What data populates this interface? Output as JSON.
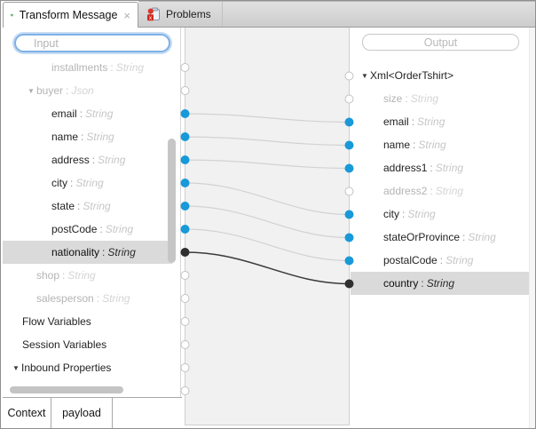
{
  "tabs": {
    "active": {
      "label": "Transform Message",
      "close": "×"
    },
    "problems": {
      "label": "Problems"
    }
  },
  "separator": ":",
  "left_panel": {
    "search_placeholder": "Input",
    "items": [
      {
        "label": "installments",
        "type": "String"
      },
      {
        "label": "buyer",
        "type": "Json"
      },
      {
        "label": "email",
        "type": "String"
      },
      {
        "label": "name",
        "type": "String"
      },
      {
        "label": "address",
        "type": "String"
      },
      {
        "label": "city",
        "type": "String"
      },
      {
        "label": "state",
        "type": "String"
      },
      {
        "label": "postCode",
        "type": "String"
      },
      {
        "label": "nationality",
        "type": "String"
      },
      {
        "label": "shop",
        "type": "String"
      },
      {
        "label": "salesperson",
        "type": "String"
      },
      {
        "label": "Flow Variables"
      },
      {
        "label": "Session Variables"
      },
      {
        "label": "Inbound Properties"
      }
    ],
    "bottom_tabs": [
      "Context",
      "payload"
    ]
  },
  "right_panel": {
    "search_placeholder": "Output",
    "items": [
      {
        "label": "Xml<OrderTshirt>"
      },
      {
        "label": "size",
        "type": "String"
      },
      {
        "label": "email",
        "type": "String"
      },
      {
        "label": "name",
        "type": "String"
      },
      {
        "label": "address1",
        "type": "String"
      },
      {
        "label": "address2",
        "type": "String"
      },
      {
        "label": "city",
        "type": "String"
      },
      {
        "label": "stateOrProvince",
        "type": "String"
      },
      {
        "label": "postalCode",
        "type": "String"
      },
      {
        "label": "country",
        "type": "String"
      }
    ]
  },
  "mapping": {
    "left_dot_states": [
      "empty",
      "empty",
      "mapped",
      "mapped",
      "mapped",
      "mapped",
      "mapped",
      "mapped",
      "selected",
      "empty",
      "empty",
      "empty",
      "empty",
      "empty",
      "empty"
    ],
    "right_dot_states": [
      "empty",
      "empty",
      "mapped",
      "mapped",
      "mapped",
      "empty",
      "mapped",
      "mapped",
      "mapped",
      "selected"
    ],
    "connections": [
      {
        "from": 2,
        "to": 2,
        "selected": false
      },
      {
        "from": 3,
        "to": 3,
        "selected": false
      },
      {
        "from": 4,
        "to": 4,
        "selected": false
      },
      {
        "from": 5,
        "to": 6,
        "selected": false
      },
      {
        "from": 6,
        "to": 7,
        "selected": false
      },
      {
        "from": 7,
        "to": 8,
        "selected": false
      },
      {
        "from": 8,
        "to": 9,
        "selected": true
      }
    ]
  },
  "colors": {
    "mapped_dot": "#1899d8",
    "selected_dot": "#2f2f2f",
    "empty_dot_stroke": "#c2c2c2",
    "connection_line": "#d2d2d2",
    "selected_connection_line": "#3a3a3a",
    "accent_green": "#3fa94a",
    "problem_red": "#d8372b"
  }
}
